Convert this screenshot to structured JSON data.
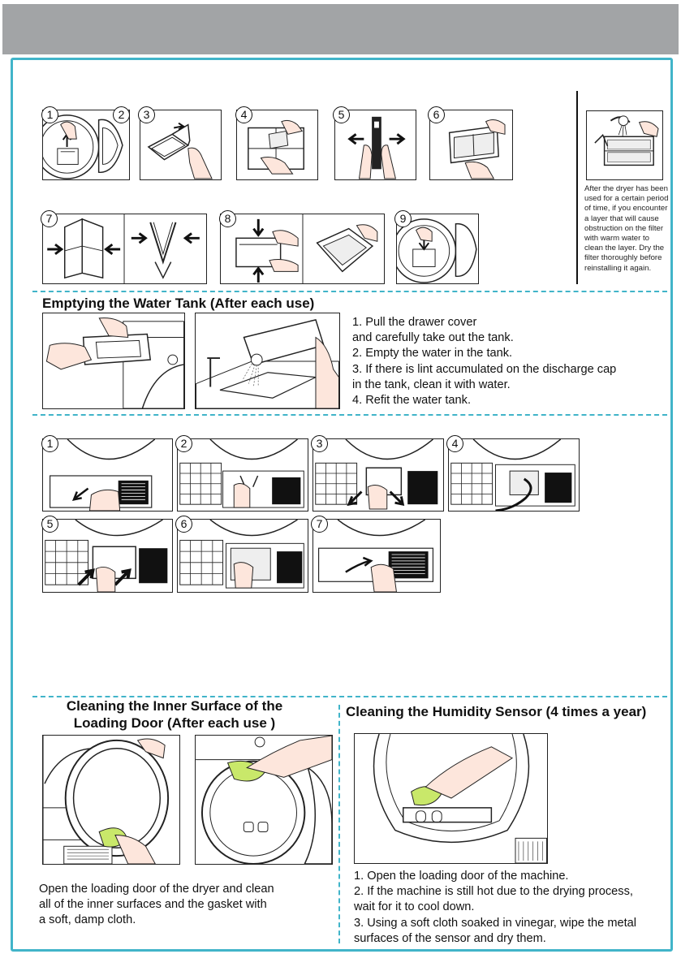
{
  "filter": {
    "step_numbers": [
      "1",
      "2",
      "3",
      "4",
      "5",
      "6",
      "7",
      "8",
      "9"
    ],
    "note": "After the dryer has been used for a certain period of time, if you encounter a layer that will cause obstruction on the filter with warm water to clean the layer. Dry the filter thoroughly before reinstalling it again."
  },
  "water_tank": {
    "heading": "Emptying the Water Tank (After each use)",
    "instructions": [
      "1. Pull the drawer cover",
      "and carefully take out the tank.",
      "2. Empty the water in the tank.",
      "3. If there is lint accumulated on the discharge cap",
      "in the tank, clean it with water.",
      "4. Refit the water tank."
    ]
  },
  "condenser": {
    "step_numbers": [
      "1",
      "2",
      "3",
      "4",
      "5",
      "6",
      "7"
    ]
  },
  "door": {
    "heading_line1": "Cleaning the Inner Surface of the",
    "heading_line2": "Loading Door (After each use )",
    "instructions": [
      "Open the loading door of the dryer and clean",
      "all of the inner surfaces and the gasket with",
      "a soft, damp cloth."
    ]
  },
  "sensor": {
    "heading": "Cleaning the Humidity Sensor (4 times a year)",
    "instructions": [
      "1. Open the loading door of the machine.",
      "2. If the machine is still hot due to the drying process,",
      "wait for it to cool down.",
      "3. Using a soft cloth soaked in vinegar, wipe the metal",
      "surfaces of the sensor and dry them."
    ]
  },
  "colors": {
    "accent": "#41b4c9",
    "header_bar": "#a2a4a6",
    "cloth": "#c9e86a",
    "skin": "#fde6dc"
  }
}
